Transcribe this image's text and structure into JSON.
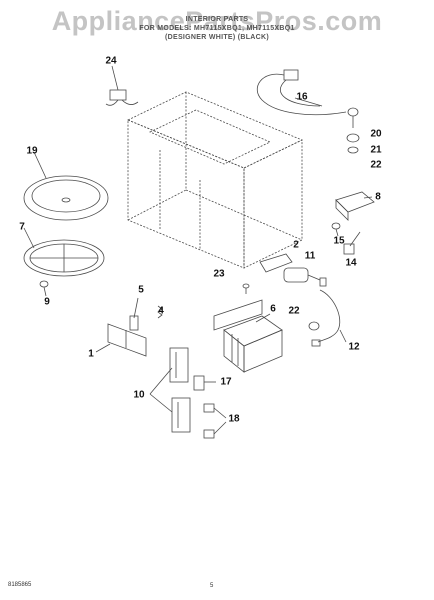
{
  "watermark": "AppliancePartsPros.com",
  "header": {
    "title": "INTERIOR PARTS",
    "models": "FOR MODELS: MH7115XBQ1, MH7115XBQ1",
    "colors": "(DESIGNER WHITE) (BLACK)"
  },
  "callouts": [
    "24",
    "16",
    "19",
    "20",
    "21",
    "22",
    "8",
    "7",
    "15",
    "2",
    "11",
    "14",
    "9",
    "23",
    "5",
    "4",
    "6",
    "22",
    "1",
    "12",
    "10",
    "17",
    "18"
  ],
  "footer": {
    "code": "8185865",
    "page": "5"
  },
  "colors": {
    "line": "#4a4a4a",
    "watermark": "#c4c4c4"
  }
}
